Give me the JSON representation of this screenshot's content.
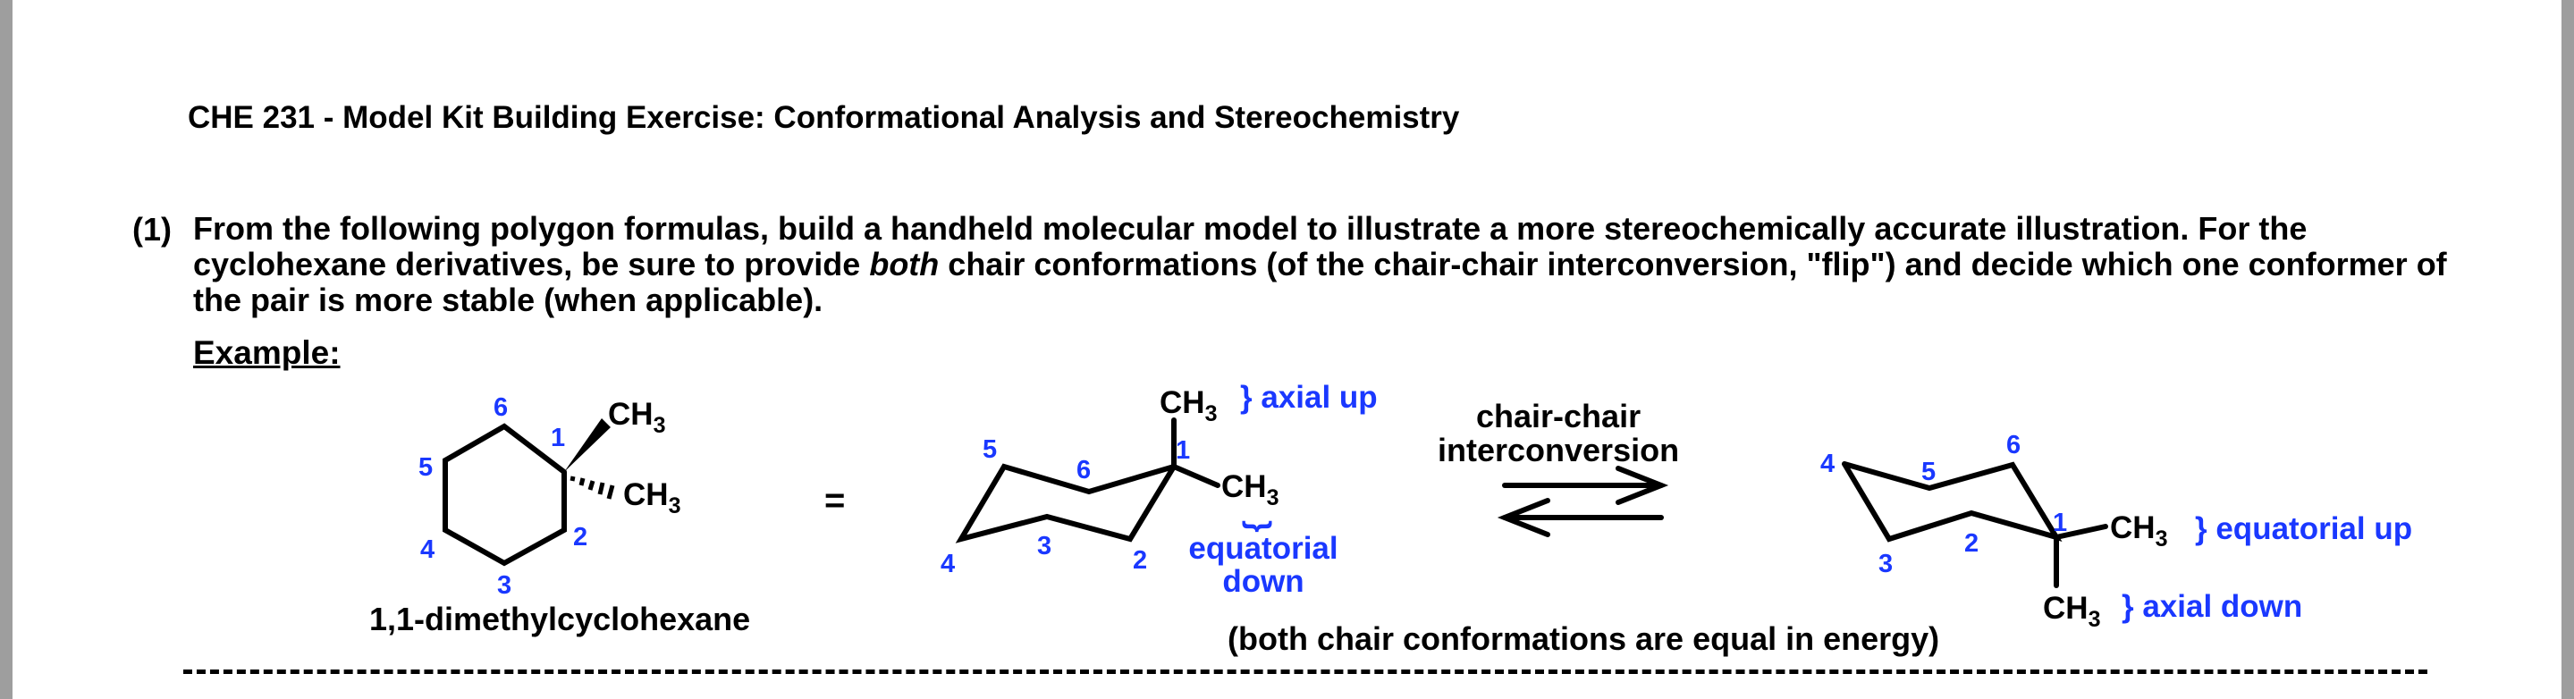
{
  "header": {
    "title": "CHE 231 - Model Kit Building Exercise: Conformational Analysis and Stereochemistry"
  },
  "question": {
    "number": "(1)",
    "text_part1": "From the following polygon formulas, build a handheld molecular model to illustrate a more stereochemically accurate illustration.  For the cyclohexane derivatives, be sure to provide ",
    "emphasis": "both",
    "text_part2": " chair conformations (of the chair-chair interconversion, \"flip\") and decide which one conformer of the pair is more stable (when applicable)."
  },
  "example": {
    "label": "Example:",
    "compound_name": "1,1-dimethylcyclohexane",
    "equals": "=",
    "methyl_c": "CH",
    "methyl_sub": "3",
    "ring_numbers": {
      "n1": "1",
      "n2": "2",
      "n3": "3",
      "n4": "4",
      "n5": "5",
      "n6": "6"
    },
    "chair1": {
      "axial_label": "} axial up",
      "equatorial_brace": "}",
      "equatorial_line1": "equatorial",
      "equatorial_line2": "down"
    },
    "equilibrium": {
      "line1": "chair-chair",
      "line2": "interconversion"
    },
    "chair2": {
      "equatorial_label": "} equatorial up",
      "axial_label": "} axial down"
    },
    "energy_note": "(both chair conformations are equal in energy)"
  },
  "colors": {
    "annotation_blue": "#1a38ff",
    "page_edge": "#9e9e9e"
  }
}
